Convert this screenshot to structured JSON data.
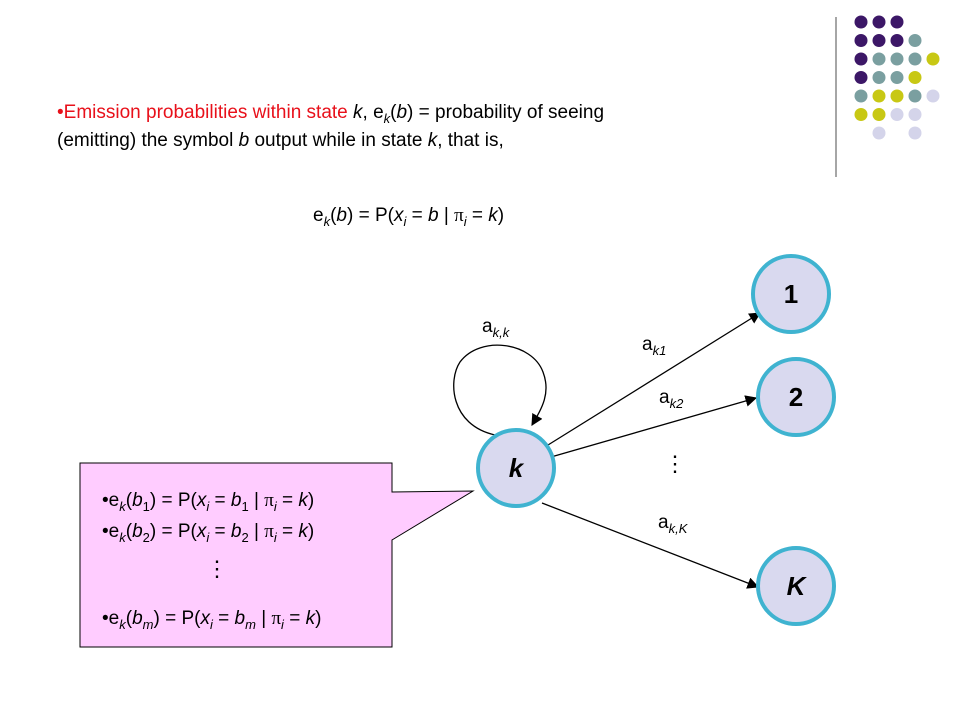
{
  "intro": {
    "bullet": "•",
    "line1": [
      "Emission probabilities within state ",
      "k",
      ", e",
      "k",
      "(",
      "b",
      ") = probability of seeing"
    ],
    "line2": [
      "(emitting) the symbol ",
      "b",
      " output while in state ",
      "k",
      ", that is,"
    ]
  },
  "formula": {
    "e": "e",
    "k": "k",
    "b": "b",
    "x": "x",
    "i": "i",
    "pi": "π",
    "open": "(",
    "mid": ") = P(",
    "eq": " = ",
    "bar": " | ",
    "close": ")"
  },
  "nodes": {
    "center": "k",
    "n1": "1",
    "n2": "2",
    "nK": "K"
  },
  "edges": {
    "self": {
      "base": "a",
      "sub": "k,k"
    },
    "e1": {
      "base": "a",
      "sub": "k1"
    },
    "e2": {
      "base": "a",
      "sub": "k2"
    },
    "eK": {
      "base": "a",
      "sub": "k,K"
    },
    "dots": "⋮"
  },
  "callout": {
    "bullet": "•",
    "rows": [
      {
        "sym": "b",
        "sub": "1"
      },
      {
        "sym": "b",
        "sub": "2"
      },
      {
        "sym": "b",
        "sub": "m"
      }
    ],
    "dots": "⋮"
  },
  "colors": {
    "title_red": "#e8101a",
    "node_fill": "#d9d9ef",
    "node_stroke": "#3fb3d0",
    "callout_fill": "#ffccff",
    "dot_purple": "#3c1767",
    "dot_teal": "#7a9fa0",
    "dot_yellow": "#c8c814",
    "dot_lavender": "#d4d4ea"
  }
}
